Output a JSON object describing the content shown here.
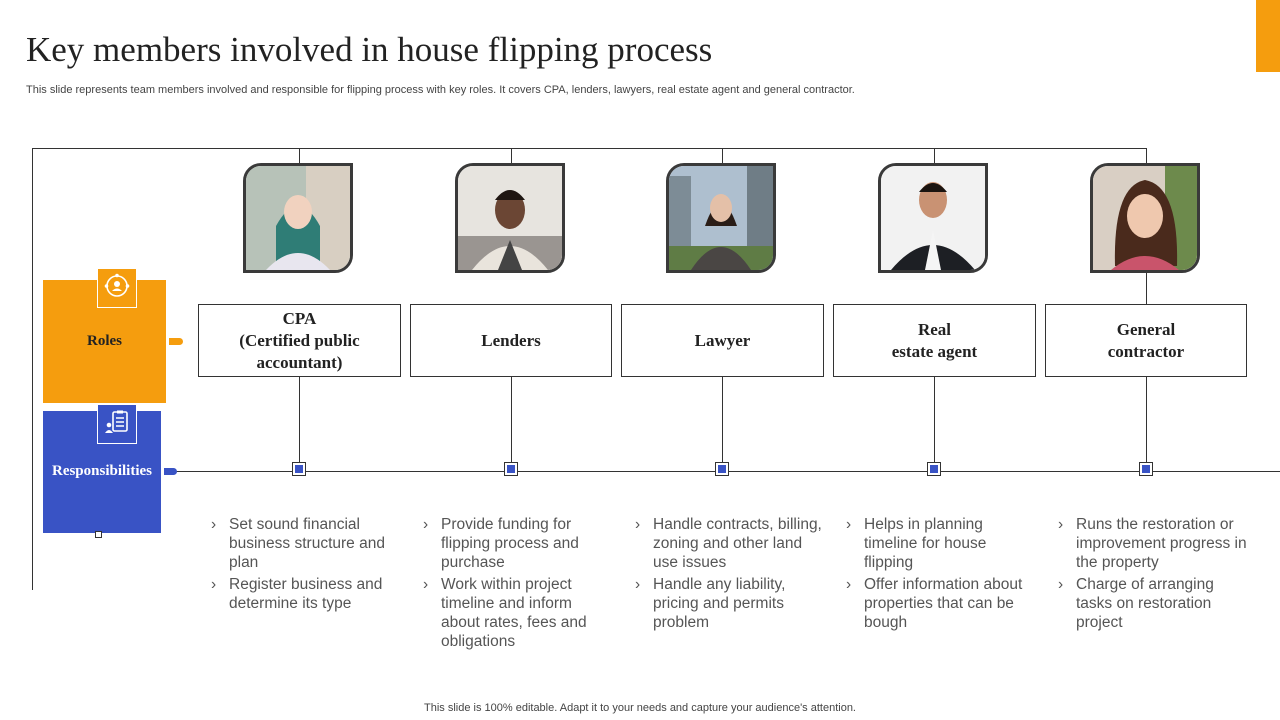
{
  "header": {
    "title": "Key members involved in house flipping process",
    "subtitle": "This slide represents team members involved and responsible for flipping process with key roles. It covers CPA, lenders, lawyers, real estate agent and general contractor."
  },
  "labels": {
    "roles": "Roles",
    "responsibilities": "Responsibilities"
  },
  "members": [
    {
      "role": "CPA\n(Certified public\naccountant)",
      "responsibilities": [
        "Set sound financial business structure and plan",
        "Register business and determine its type"
      ]
    },
    {
      "role": "Lenders",
      "responsibilities": [
        "Provide funding for flipping process and purchase",
        "Work within project timeline and inform about rates, fees and obligations"
      ]
    },
    {
      "role": "Lawyer",
      "responsibilities": [
        "Handle contracts, billing, zoning and other land use issues",
        "Handle any liability, pricing and permits problem"
      ]
    },
    {
      "role": "Real\nestate agent",
      "responsibilities": [
        "Helps in planning timeline for house flipping",
        "Offer information about properties that can be bough"
      ]
    },
    {
      "role": "General\ncontractor",
      "responsibilities": [
        "Runs the restoration or improvement progress in the property",
        "Charge of arranging tasks on restoration project"
      ]
    }
  ],
  "footer": "This slide is 100% editable. Adapt it to your needs and capture your audience's attention.",
  "colors": {
    "accent_orange": "#f59d0e",
    "accent_blue": "#3953c5"
  },
  "icons": [
    "team-icon",
    "clipboard-checklist-icon"
  ]
}
